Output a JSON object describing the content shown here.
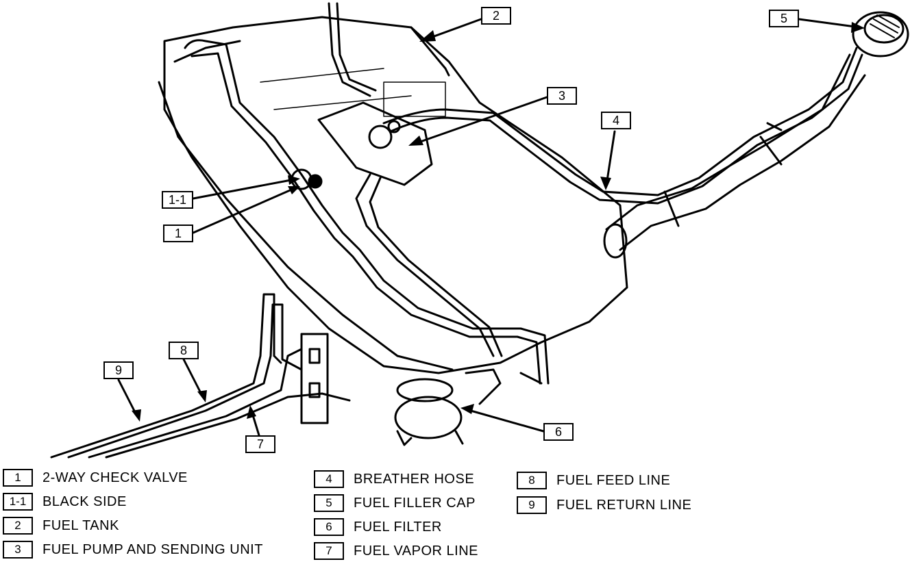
{
  "callouts": [
    {
      "id": "c1",
      "label": "1"
    },
    {
      "id": "c1-1",
      "label": "1-1"
    },
    {
      "id": "c2",
      "label": "2"
    },
    {
      "id": "c3",
      "label": "3"
    },
    {
      "id": "c4",
      "label": "4"
    },
    {
      "id": "c5",
      "label": "5"
    },
    {
      "id": "c6",
      "label": "6"
    },
    {
      "id": "c7",
      "label": "7"
    },
    {
      "id": "c8",
      "label": "8"
    },
    {
      "id": "c9",
      "label": "9"
    }
  ],
  "legend": [
    {
      "key": "1",
      "text": "2-WAY CHECK VALVE"
    },
    {
      "key": "1-1",
      "text": "BLACK SIDE"
    },
    {
      "key": "2",
      "text": "FUEL TANK"
    },
    {
      "key": "3",
      "text": "FUEL PUMP AND SENDING UNIT"
    },
    {
      "key": "4",
      "text": "BREATHER HOSE"
    },
    {
      "key": "5",
      "text": "FUEL FILLER CAP"
    },
    {
      "key": "6",
      "text": "FUEL FILTER"
    },
    {
      "key": "7",
      "text": "FUEL VAPOR LINE"
    },
    {
      "key": "8",
      "text": "FUEL FEED LINE"
    },
    {
      "key": "9",
      "text": "FUEL RETURN LINE"
    }
  ],
  "colors": {
    "ink": "#000000",
    "paper": "#ffffff"
  }
}
